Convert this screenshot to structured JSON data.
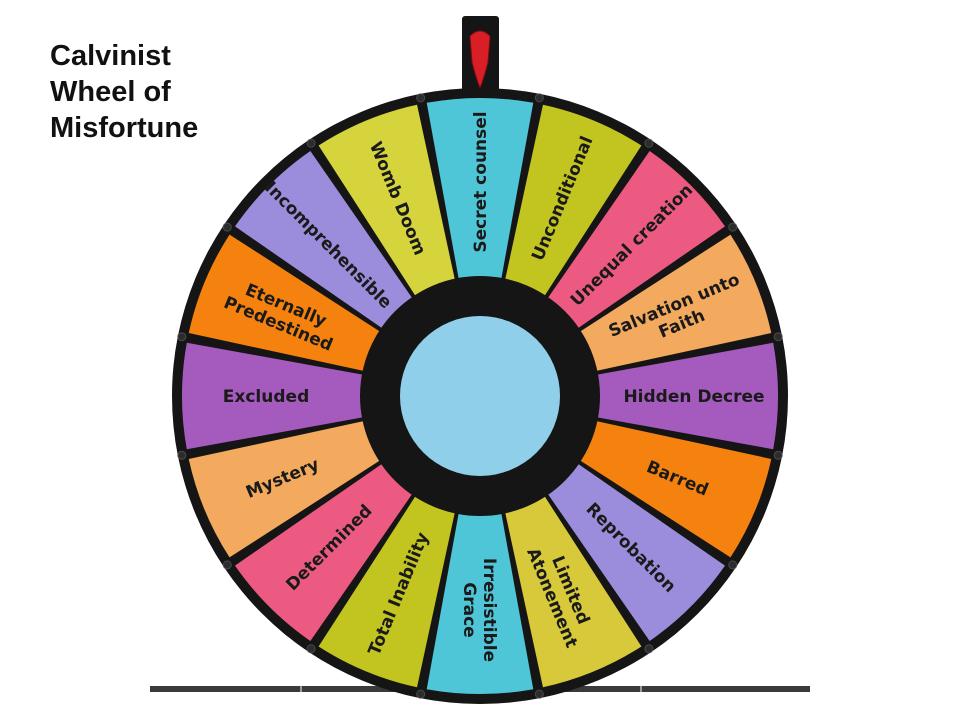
{
  "title_lines": [
    "Calvinist",
    "Wheel of",
    "Misfortune"
  ],
  "colors": {
    "rim": "#151515",
    "hub": "#8fcfe9",
    "pointer": "#d91f26",
    "cyan": "#4fc6d8",
    "olive": "#c2c41f",
    "pink": "#ec5a82",
    "peach": "#f3a95e",
    "purple": "#a55bbd",
    "orange": "#f5820f",
    "lavender": "#9b8ddb",
    "yellow": "#d6d43c",
    "mustard": "#d7c93a"
  },
  "segments": [
    {
      "lines": [
        "Secret counsel"
      ],
      "color": "cyan"
    },
    {
      "lines": [
        "Unconditional"
      ],
      "color": "olive"
    },
    {
      "lines": [
        "Unequal creation"
      ],
      "color": "pink"
    },
    {
      "lines": [
        "Salvation unto",
        "Faith"
      ],
      "color": "peach"
    },
    {
      "lines": [
        "Hidden Decree"
      ],
      "color": "purple"
    },
    {
      "lines": [
        "Barred"
      ],
      "color": "orange"
    },
    {
      "lines": [
        "Reprobation"
      ],
      "color": "lavender"
    },
    {
      "lines": [
        "Limited",
        "Atonement"
      ],
      "color": "mustard"
    },
    {
      "lines": [
        "Irresistible",
        "Grace"
      ],
      "color": "cyan"
    },
    {
      "lines": [
        "Total Inability"
      ],
      "color": "olive"
    },
    {
      "lines": [
        "Determined"
      ],
      "color": "pink"
    },
    {
      "lines": [
        "Mystery"
      ],
      "color": "peach"
    },
    {
      "lines": [
        "Excluded"
      ],
      "color": "purple"
    },
    {
      "lines": [
        "Eternally",
        "Predestined"
      ],
      "color": "orange"
    },
    {
      "lines": [
        "Incomprehensible"
      ],
      "color": "lavender"
    },
    {
      "lines": [
        "Womb Doom"
      ],
      "color": "yellow"
    }
  ]
}
